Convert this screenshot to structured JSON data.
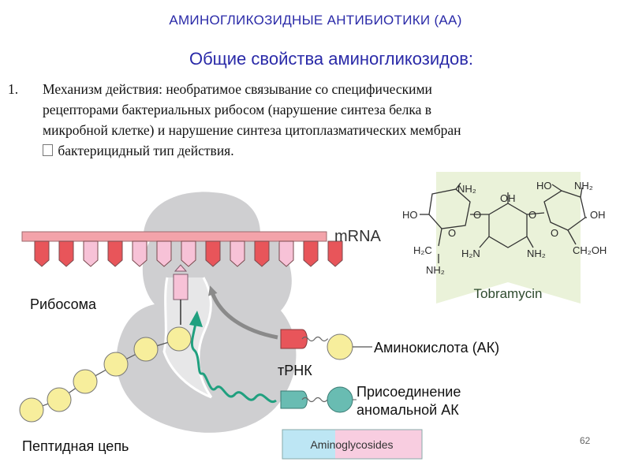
{
  "title": "АМИНОГЛИКОЗИДНЫЕ АНТИБИОТИКИ (АА)",
  "subtitle": "Общие свойства аминогликозидов:",
  "list_item": {
    "number": "1.",
    "line1": "Механизм действия: необратимое связывание со специфическими",
    "line2": "рецепторами бактериальных рибосом (нарушение синтеза белка  в",
    "line3": "микробной клетке) и нарушение синтеза цитоплазматических мембран",
    "line4": " бактерицидный тип действия."
  },
  "diagram": {
    "mrna": "mRNA",
    "ribosome": "Рибосома",
    "amino_acid": "Аминокислота (АК)",
    "trna": "тРНК",
    "abnormal_1": "Присоединение",
    "abnormal_2": "аномальной АК",
    "peptide_chain": "Пептидная цепь",
    "legend": "Aminoglycosides",
    "drug_name": "Tobramycin"
  },
  "structure_labels": {
    "nh2_top_left": "NH₂",
    "ho_left": "HO",
    "o_link_1": "O",
    "o_ring_1": "O",
    "h2c": "H₂C",
    "nh2_bottom": "NH₂",
    "oh_center": "OH",
    "h2n_center": "H₂N",
    "nh2_center": "NH₂",
    "o_link_2": "O",
    "ho_right": "HO",
    "nh2_top_right": "NH₂",
    "oh_right": "OH",
    "o_ring_3": "O",
    "ch2oh": "CH₂OH"
  },
  "colors": {
    "title": "#2a2aa8",
    "ribosome": "#cfcfd1",
    "mrna_bar": "#f3a3aa",
    "codon_red": "#e8555a",
    "codon_pink": "#f7c2d7",
    "amino_acid": "#f7ee9c",
    "trna_abnormal": "#69bcb2",
    "arrow": "#20a07f",
    "structure_bg": "#eaf2d9",
    "legend_blue": "#bde6f4",
    "legend_pink": "#f8cde0"
  },
  "page_number": "62"
}
